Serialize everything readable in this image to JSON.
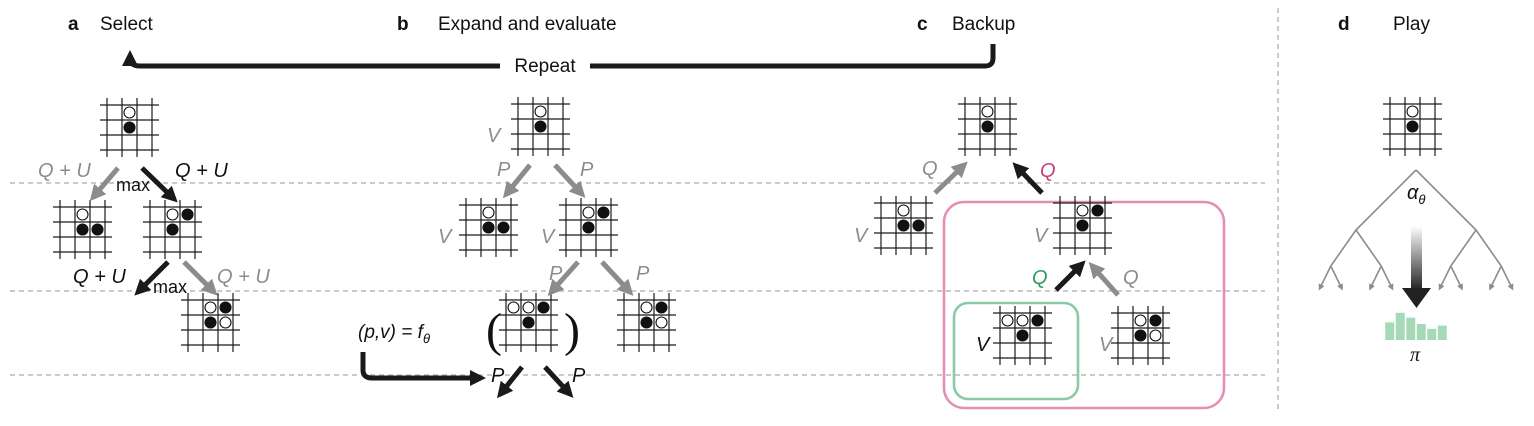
{
  "panels": {
    "a": {
      "letter": "a",
      "title": "Select"
    },
    "b": {
      "letter": "b",
      "title": "Expand and evaluate"
    },
    "c": {
      "letter": "c",
      "title": "Backup"
    },
    "d": {
      "letter": "d",
      "title": "Play"
    }
  },
  "repeat_label": "Repeat",
  "labels": {
    "q_plus_u": "Q + U",
    "max": "max",
    "v": "V",
    "p": "P",
    "q": "Q",
    "f_theta_lhs": "(p,v) = f",
    "f_theta_sub": "θ",
    "alpha": "α",
    "alpha_sub": "θ",
    "pi": "π",
    "paren_open": "(",
    "paren_close": ")"
  },
  "colors": {
    "dark": "#1a1a1a",
    "grey": "#8c8c8c",
    "pink": "#e38fb6",
    "pink_label": "#c2417f",
    "green": "#8cc9a6",
    "green_label": "#2e9b5a",
    "policy_bars": "#a6d9b8",
    "dash": "#aaaaaa"
  },
  "icons": {
    "board": "go-board-icon",
    "stone_black": "black-stone-icon",
    "stone_white": "white-stone-icon"
  },
  "policy_distribution": [
    0.55,
    0.85,
    0.7,
    0.5,
    0.35,
    0.45
  ]
}
